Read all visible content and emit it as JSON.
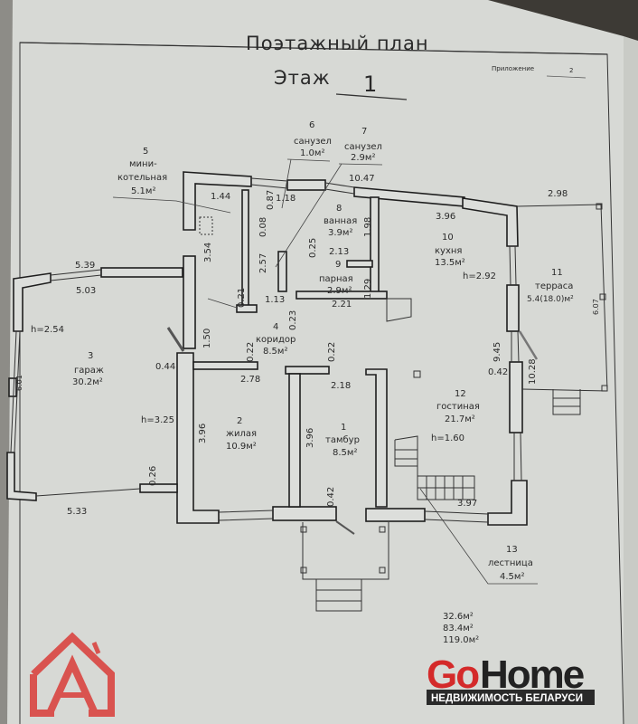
{
  "header": {
    "title": "Поэтажный план",
    "floor_label": "Этаж",
    "floor_number": "1",
    "appendix_label": "Приложение",
    "appendix_number": "2"
  },
  "rooms": [
    {
      "num": "1",
      "name": "тамбур",
      "area": "8.5м²"
    },
    {
      "num": "2",
      "name": "жилая",
      "area": "10.9м²"
    },
    {
      "num": "3",
      "name": "гараж",
      "area": "30.2м²"
    },
    {
      "num": "4",
      "name": "коридор",
      "area": "8.5м²"
    },
    {
      "num": "5",
      "name": "мини-",
      "name2": "котельная",
      "area": "5.1м²"
    },
    {
      "num": "6",
      "name": "санузел",
      "area": "1.0м²"
    },
    {
      "num": "7",
      "name": "санузел",
      "area": "2.9м²"
    },
    {
      "num": "8",
      "name": "ванная",
      "area": "3.9м²"
    },
    {
      "num": "9",
      "name": "парная",
      "area": "2.9м²"
    },
    {
      "num": "10",
      "name": "кухня",
      "area": "13.5м²"
    },
    {
      "num": "11",
      "name": "терраса",
      "area": "5.4(18.0)м²"
    },
    {
      "num": "12",
      "name": "гостиная",
      "area": "21.7м²"
    },
    {
      "num": "13",
      "name": "лестница",
      "area": "4.5м²"
    }
  ],
  "heights": {
    "garage": "h=2.54",
    "garage2": "h=3.25",
    "kitchen": "h=2.92",
    "stairs": "h=1.60"
  },
  "dimensions": {
    "d1044": "1.44",
    "d087": "0.87",
    "d118": "1.18",
    "d1047": "10.47",
    "d298": "2.98",
    "d396top": "3.96",
    "d354": "3.54",
    "d008": "0.08",
    "d257": "2.57",
    "d025": "0.25",
    "d213": "2.13",
    "d198": "1.98",
    "d129": "1.29",
    "d221": "2.21",
    "d021": "0.21",
    "d113": "1.13",
    "d023": "0.23",
    "d539": "5.39",
    "d503": "5.03",
    "d601": "6.01",
    "d150": "1.50",
    "d044": "0.44",
    "d022a": "0.22",
    "d022b": "0.22",
    "d278": "2.78",
    "d218": "2.18",
    "d396a": "3.96",
    "d396b": "3.96",
    "d026": "0.26",
    "d533": "5.33",
    "d042a": "0.42",
    "d042b": "0.42",
    "d945": "9.45",
    "d1028": "10.28",
    "d607": "6.07",
    "d397": "3.97"
  },
  "totals": [
    "32.6м²",
    "83.4м²",
    "119.0м²"
  ],
  "watermark": {
    "brand_go": "Go",
    "brand_home": "Home",
    "tagline": "НЕДВИЖИМОСТЬ БЕЛАРУСИ",
    "logo_letter": "A"
  },
  "colors": {
    "paper": "#d9dbd7",
    "ink": "#222222",
    "logo_red": "#d9534f"
  }
}
